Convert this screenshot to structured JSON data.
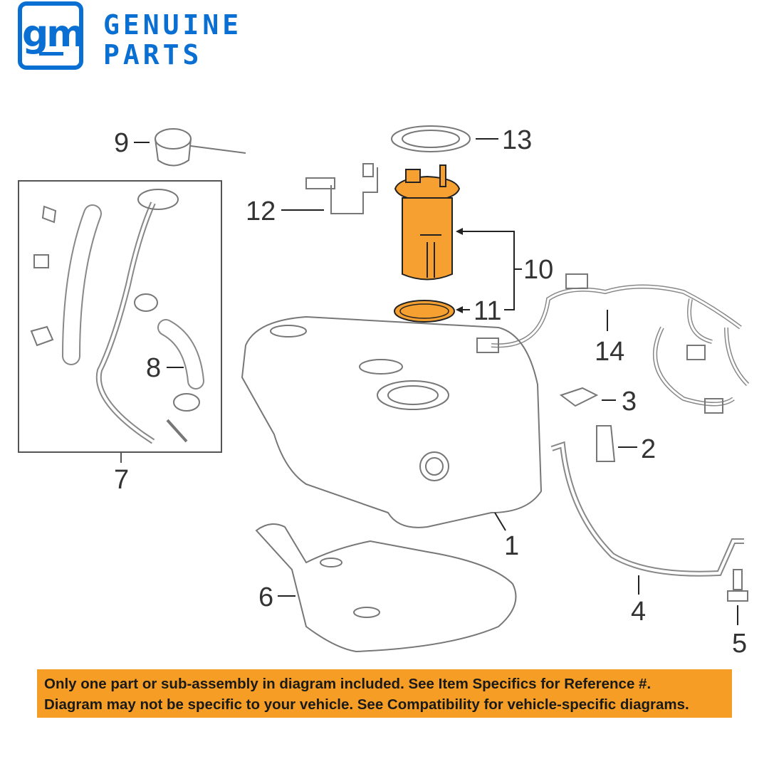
{
  "logo": {
    "mark": "gm",
    "line1": "GENUINE",
    "line2": "PARTS"
  },
  "colors": {
    "brand_blue": "#0a6fd3",
    "highlight_orange": "#f5a030",
    "banner_orange": "#f59d25",
    "line_gray": "#777777"
  },
  "callouts": {
    "c1": "1",
    "c2": "2",
    "c3": "3",
    "c4": "4",
    "c5": "5",
    "c6": "6",
    "c7": "7",
    "c8": "8",
    "c9": "9",
    "c10": "10",
    "c11": "11",
    "c12": "12",
    "c13": "13",
    "c14": "14"
  },
  "banner": {
    "line1": "Only one part or sub-assembly in diagram included. See Item Specifics for Reference #.",
    "line2": "Diagram may not be specific to your vehicle. See Compatibility for vehicle-specific diagrams."
  }
}
